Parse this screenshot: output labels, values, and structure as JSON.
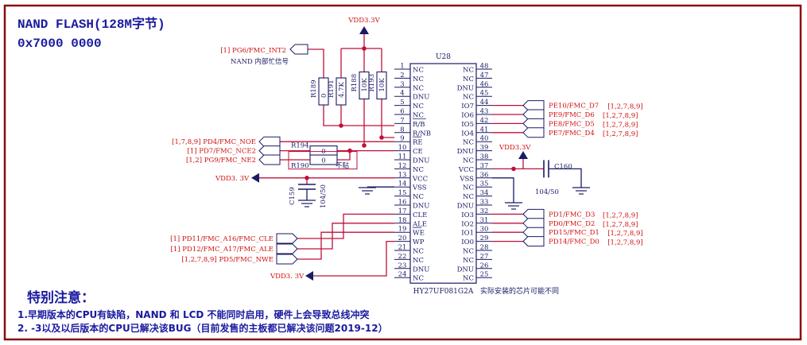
{
  "title": "NAND FLASH(128M字节)",
  "address": "0x7000 0000",
  "chip": {
    "ref": "U28",
    "part": "HY27UF081G2A",
    "note": "实际安装的芯片可能不同",
    "left_pins": [
      {
        "num": "1",
        "name": "NC"
      },
      {
        "num": "2",
        "name": "NC"
      },
      {
        "num": "3",
        "name": "NC"
      },
      {
        "num": "4",
        "name": "DNU"
      },
      {
        "num": "5",
        "name": "NC"
      },
      {
        "num": "6",
        "name": "NC"
      },
      {
        "num": "7",
        "name": "R/B",
        "bar": true
      },
      {
        "num": "8",
        "name": "R/NB"
      },
      {
        "num": "9",
        "name": "RE",
        "bar": true
      },
      {
        "num": "10",
        "name": "CE"
      },
      {
        "num": "11",
        "name": "DNU"
      },
      {
        "num": "12",
        "name": "NC"
      },
      {
        "num": "13",
        "name": "VCC"
      },
      {
        "num": "14",
        "name": "VSS"
      },
      {
        "num": "15",
        "name": "NC"
      },
      {
        "num": "16",
        "name": "DNU"
      },
      {
        "num": "17",
        "name": "CLE"
      },
      {
        "num": "18",
        "name": "ALE"
      },
      {
        "num": "19",
        "name": "WE",
        "bar": true
      },
      {
        "num": "20",
        "name": "WP"
      },
      {
        "num": "21",
        "name": "NC"
      },
      {
        "num": "22",
        "name": "NC"
      },
      {
        "num": "23",
        "name": "DNU"
      },
      {
        "num": "24",
        "name": "NC"
      }
    ],
    "right_pins": [
      {
        "num": "48",
        "name": "NC"
      },
      {
        "num": "47",
        "name": "NC"
      },
      {
        "num": "46",
        "name": "DNU"
      },
      {
        "num": "45",
        "name": "NC"
      },
      {
        "num": "44",
        "name": "IO7"
      },
      {
        "num": "43",
        "name": "IO6"
      },
      {
        "num": "42",
        "name": "IO5"
      },
      {
        "num": "41",
        "name": "IO4"
      },
      {
        "num": "40",
        "name": "NC"
      },
      {
        "num": "39",
        "name": "DNU"
      },
      {
        "num": "38",
        "name": "NC"
      },
      {
        "num": "37",
        "name": "VCC"
      },
      {
        "num": "36",
        "name": "VSS"
      },
      {
        "num": "35",
        "name": "NC"
      },
      {
        "num": "34",
        "name": "NC"
      },
      {
        "num": "33",
        "name": "DNU"
      },
      {
        "num": "32",
        "name": "IO3"
      },
      {
        "num": "31",
        "name": "IO2"
      },
      {
        "num": "30",
        "name": "IO1"
      },
      {
        "num": "29",
        "name": "IO0"
      },
      {
        "num": "28",
        "name": "NC"
      },
      {
        "num": "27",
        "name": "NC"
      },
      {
        "num": "26",
        "name": "DNU"
      },
      {
        "num": "25",
        "name": "NC"
      }
    ]
  },
  "vdd_label": "VDD3.3V",
  "vdd_label_spaced": "VDD3. 3V",
  "left_signals": [
    {
      "ref": "[1]",
      "name": "PG6/FMC_INT2"
    },
    {
      "ref": "[1,7,8,9]",
      "name": "PD4/FMC_NOE"
    },
    {
      "ref": "[1]",
      "name": "PD7/FMC_NCE2"
    },
    {
      "ref": "[1,2]",
      "name": "PG9/FMC_NE2"
    },
    {
      "ref": "[1]",
      "name": "PD11/FMC_A16/FMC_CLE"
    },
    {
      "ref": "[1]",
      "name": "PD12/FMC_A17/FMC_ALE"
    },
    {
      "ref": "[1,2,7,8,9]",
      "name": "PD5/FMC_NWE"
    }
  ],
  "busy_note": "NAND 内部忙信号",
  "right_signals": [
    {
      "name": "PE10/FMC_D7",
      "ref": "[1,2,7,8,9]"
    },
    {
      "name": "PE9/FMC_D6",
      "ref": "[1,2,7,8,9]"
    },
    {
      "name": "PE8/FMC_D5",
      "ref": "[1,2,7,8,9]"
    },
    {
      "name": "PE7/FMC_D4",
      "ref": "[1,2,7,8,9]"
    },
    {
      "name": "PD1/FMC_D3",
      "ref": "[1,2,7,8,9]"
    },
    {
      "name": "PD0/FMC_D2",
      "ref": "[1,2,7,8,9]"
    },
    {
      "name": "PD15/FMC_D1",
      "ref": "[1,2,7,8,9]"
    },
    {
      "name": "PD14/FMC_D0",
      "ref": "[1,2,7,8,9]"
    }
  ],
  "resistors": [
    {
      "ref": "R189",
      "value": "0"
    },
    {
      "ref": "R191",
      "value": "4.7K"
    },
    {
      "ref": "R188",
      "value": "10K"
    },
    {
      "ref": "R193",
      "value": "10K"
    },
    {
      "ref": "R194",
      "value": "0"
    },
    {
      "ref": "R190",
      "value": "0"
    }
  ],
  "no_fit": "不贴",
  "caps": [
    {
      "ref": "C159",
      "value": "104/50"
    },
    {
      "ref": "C160",
      "value": "104/50"
    }
  ],
  "notes": {
    "heading": "特别注意：",
    "line1": "1.早期版本的CPU有缺陷，NAND 和 LCD 不能同时启用，硬件上会导致总线冲突",
    "line2": "2. -3以及以后版本的CPU已解决该BUG（目前发售的主板都已解决该问题2019-12）"
  },
  "colors": {
    "border": "#8b0d0d",
    "wire": "#c0103a",
    "text_blue": "#1a1aa0",
    "dark": "#1a1a66",
    "signal_red": "#d01010"
  }
}
